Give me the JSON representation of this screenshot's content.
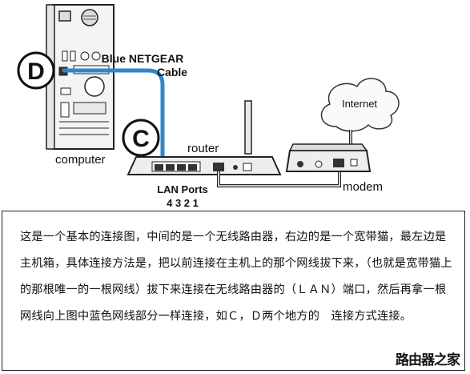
{
  "labels": {
    "cable": "Blue NETGEAR",
    "cable2": "Cable",
    "computer": "computer",
    "router": "router",
    "internet": "Internet",
    "modem": "modem",
    "lan_ports": "LAN Ports",
    "port_numbers": "4 3 2 1",
    "badge_d": "D",
    "badge_c": "C"
  },
  "description": "这是一个基本的连接图，中间的是一个无线路由器，右边的是一个宽带猫，最左边是主机箱，具体连接方法是，把以前连接在主机上的那个网线拔下来，（也就是宽带猫上的那根唯一的一根网线）拔下来连接在无线路由器的（ＬＡＮ）端口，然后再拿一根网线向上图中蓝色网线部分一样连接，如Ｃ，Ｄ两个地方的　连接方式连接。",
  "watermark": "路由器之家",
  "colors": {
    "cable_blue": "#2f86c8",
    "outline": "#222222"
  }
}
